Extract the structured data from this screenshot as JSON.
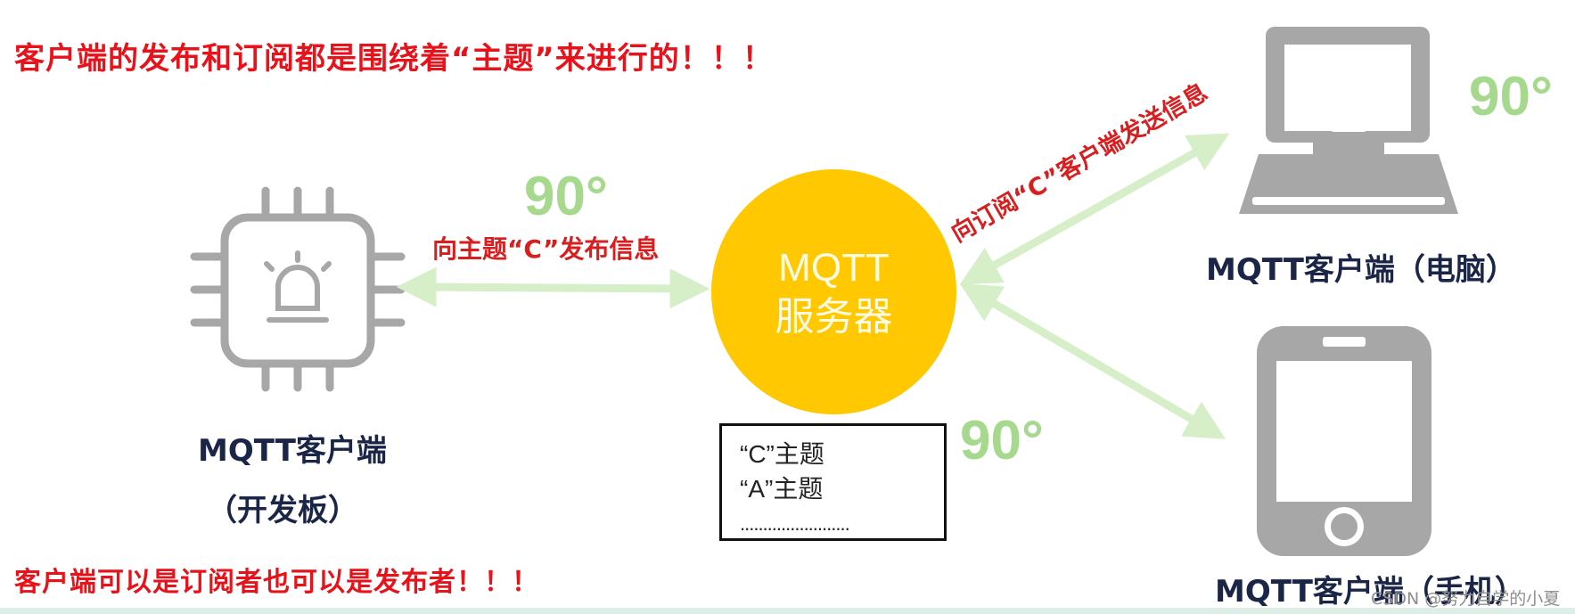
{
  "notes": {
    "top": "客户端的发布和订阅都是围绕着“主题”来进行的！！！",
    "bottom": "客户端可以是订阅者也可以是发布者！！！"
  },
  "server": {
    "line1": "MQTT",
    "line2": "服务器"
  },
  "topics": [
    "“C”主题",
    "“A”主题",
    "........................"
  ],
  "clients": {
    "board": {
      "line1": "MQTT客户端",
      "line2": "（开发板）"
    },
    "computer": "MQTT客户端（电脑）",
    "phone": "MQTT客户端（手机）"
  },
  "arrows": {
    "publish": "向主题“C”发布信息",
    "deliver": "向订阅“C”客户端发送信息"
  },
  "degrees": [
    "90°",
    "90°",
    "90°"
  ],
  "watermark": "CSDN @努力自学的小夏",
  "colors": {
    "red": "#e8121b",
    "arrow_green": "#d6efc8",
    "degree_green": "#a6d98e",
    "server_yellow": "#ffc800",
    "icon_gray": "#a7a7a7",
    "navy": "#1a2547"
  }
}
